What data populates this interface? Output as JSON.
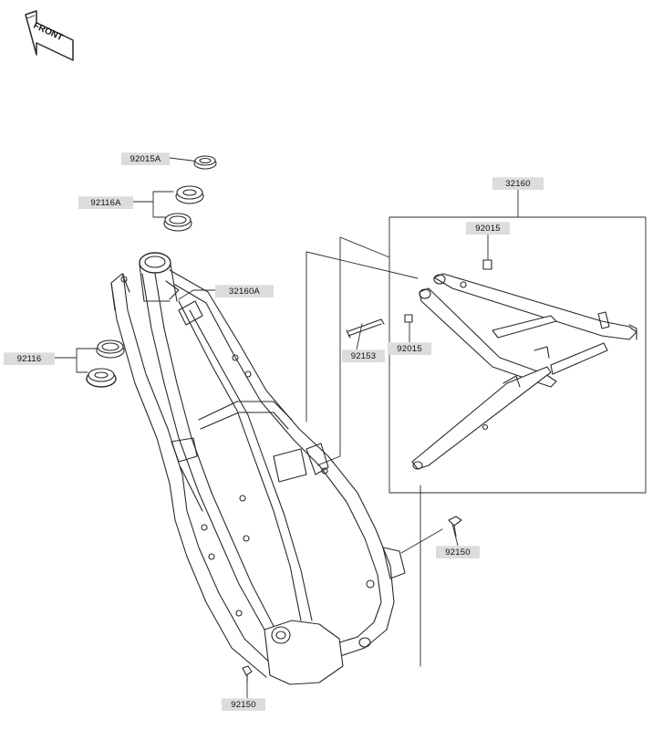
{
  "front_badge": {
    "label": "FRONT",
    "icon": "front-arrow-icon"
  },
  "callouts": {
    "c_92015A": "92015A",
    "c_92116A": "92116A",
    "c_32160A": "32160A",
    "c_92116": "92116",
    "c_32160": "32160",
    "c_92015_top": "92015",
    "c_92153": "92153",
    "c_92015_mid": "92015",
    "c_92150_right": "92150",
    "c_92150_bottom": "92150"
  },
  "colors": {
    "line": "#2a2a2a",
    "label_bg": "#dcdcdc",
    "part_fill": "#ffffff"
  }
}
